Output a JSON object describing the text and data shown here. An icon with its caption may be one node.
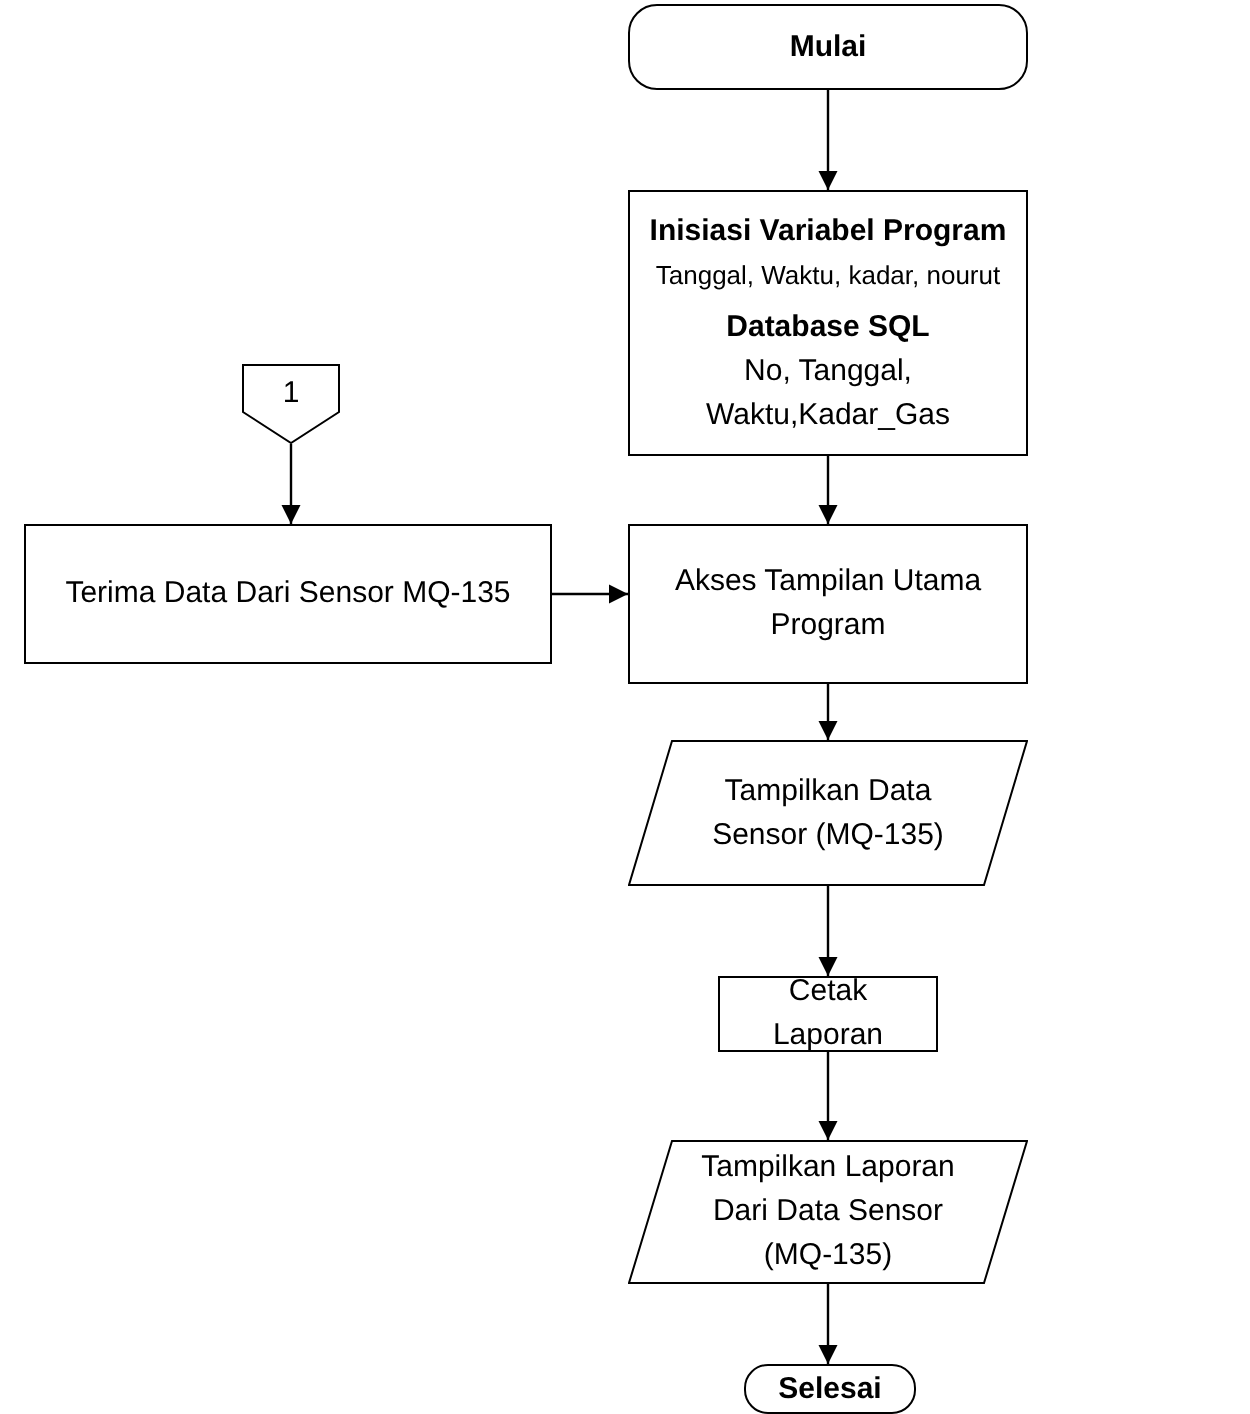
{
  "diagram": {
    "nodes": [
      {
        "text": [
          "Mulai"
        ]
      },
      {
        "text": [
          "Inisiasi Variabel Program",
          "Tanggal, Waktu, kadar, nourut",
          "Database SQL",
          "No, Tanggal, Waktu,Kadar_Gas"
        ]
      },
      {
        "text": [
          "1"
        ]
      },
      {
        "text": [
          "Terima Data Dari Sensor MQ-135"
        ]
      },
      {
        "text": [
          "Akses Tampilan Utama Program"
        ]
      },
      {
        "text": [
          "Tampilkan Data Sensor (MQ-135)"
        ]
      },
      {
        "text": [
          "Cetak Laporan"
        ]
      },
      {
        "text": [
          "Tampilkan Laporan Dari Data Sensor (MQ-135)"
        ]
      },
      {
        "text": [
          "Selesai"
        ]
      }
    ],
    "edges": [
      {
        "from": 0,
        "to": 1,
        "arrow": "to"
      },
      {
        "from": 1,
        "to": 4,
        "arrow": "to"
      },
      {
        "from": 2,
        "to": 3,
        "arrow": "to"
      },
      {
        "from": 3,
        "to": 4,
        "arrow": "to"
      },
      {
        "from": 4,
        "to": 5,
        "arrow": "to"
      },
      {
        "from": 5,
        "to": 6,
        "arrow": "to"
      },
      {
        "from": 6,
        "to": 7,
        "arrow": "to"
      },
      {
        "from": 7,
        "to": 8,
        "arrow": "to"
      }
    ]
  }
}
